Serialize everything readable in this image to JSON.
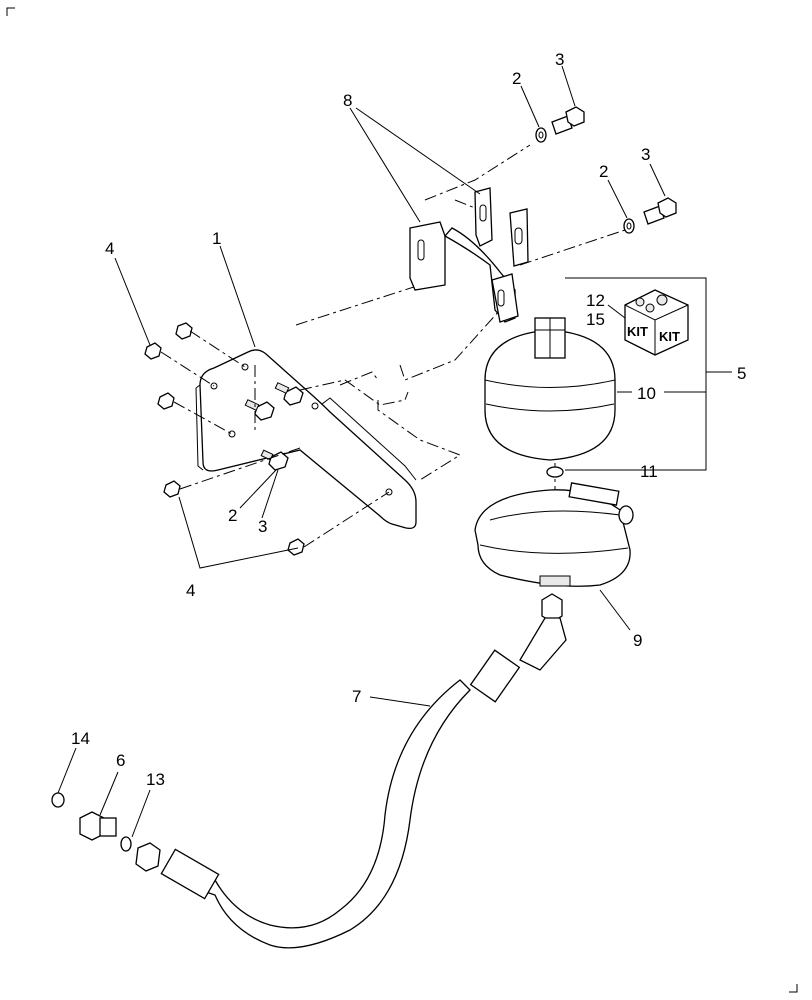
{
  "diagram": {
    "callouts": {
      "c1": "1",
      "c2a": "2",
      "c3a": "3",
      "c2b": "2",
      "c3b": "3",
      "c2c": "2",
      "c3c": "3",
      "c4a": "4",
      "c4b": "4",
      "c5": "5",
      "c6": "6",
      "c7": "7",
      "c8": "8",
      "c9": "9",
      "c10": "10",
      "c11": "11",
      "c12": "12",
      "c13": "13",
      "c14": "14",
      "c15": "15"
    },
    "kit_label": "KIT"
  }
}
